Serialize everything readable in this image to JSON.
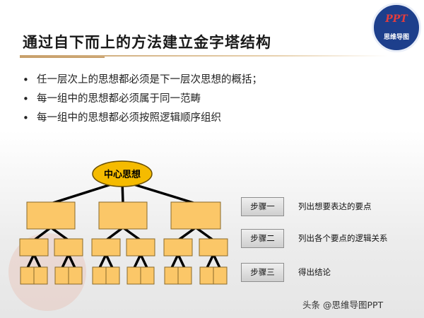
{
  "slide": {
    "title": "通过自下而上的方法建立金字塔结构",
    "bullets": [
      "任一层次上的思想都必须是下一层次思想的概括；",
      "每一组中的思想都必须属于同一范畴",
      "每一组中的思想都必须按照逻辑顺序组织"
    ]
  },
  "logo": {
    "top_text": "PPT",
    "bottom_text": "思维导图"
  },
  "pyramid": {
    "root_label": "中心思想",
    "root_color": "#f5bb00",
    "box_color": "#fbc768",
    "line_color": "#000000"
  },
  "steps": [
    {
      "button": "步骤一",
      "description": "列出想要表达的要点"
    },
    {
      "button": "步骤二",
      "description": "列出各个要点的逻辑关系"
    },
    {
      "button": "步骤三",
      "description": "得出结论"
    }
  ],
  "footer": {
    "text": "头条 @思维导图PPT"
  }
}
